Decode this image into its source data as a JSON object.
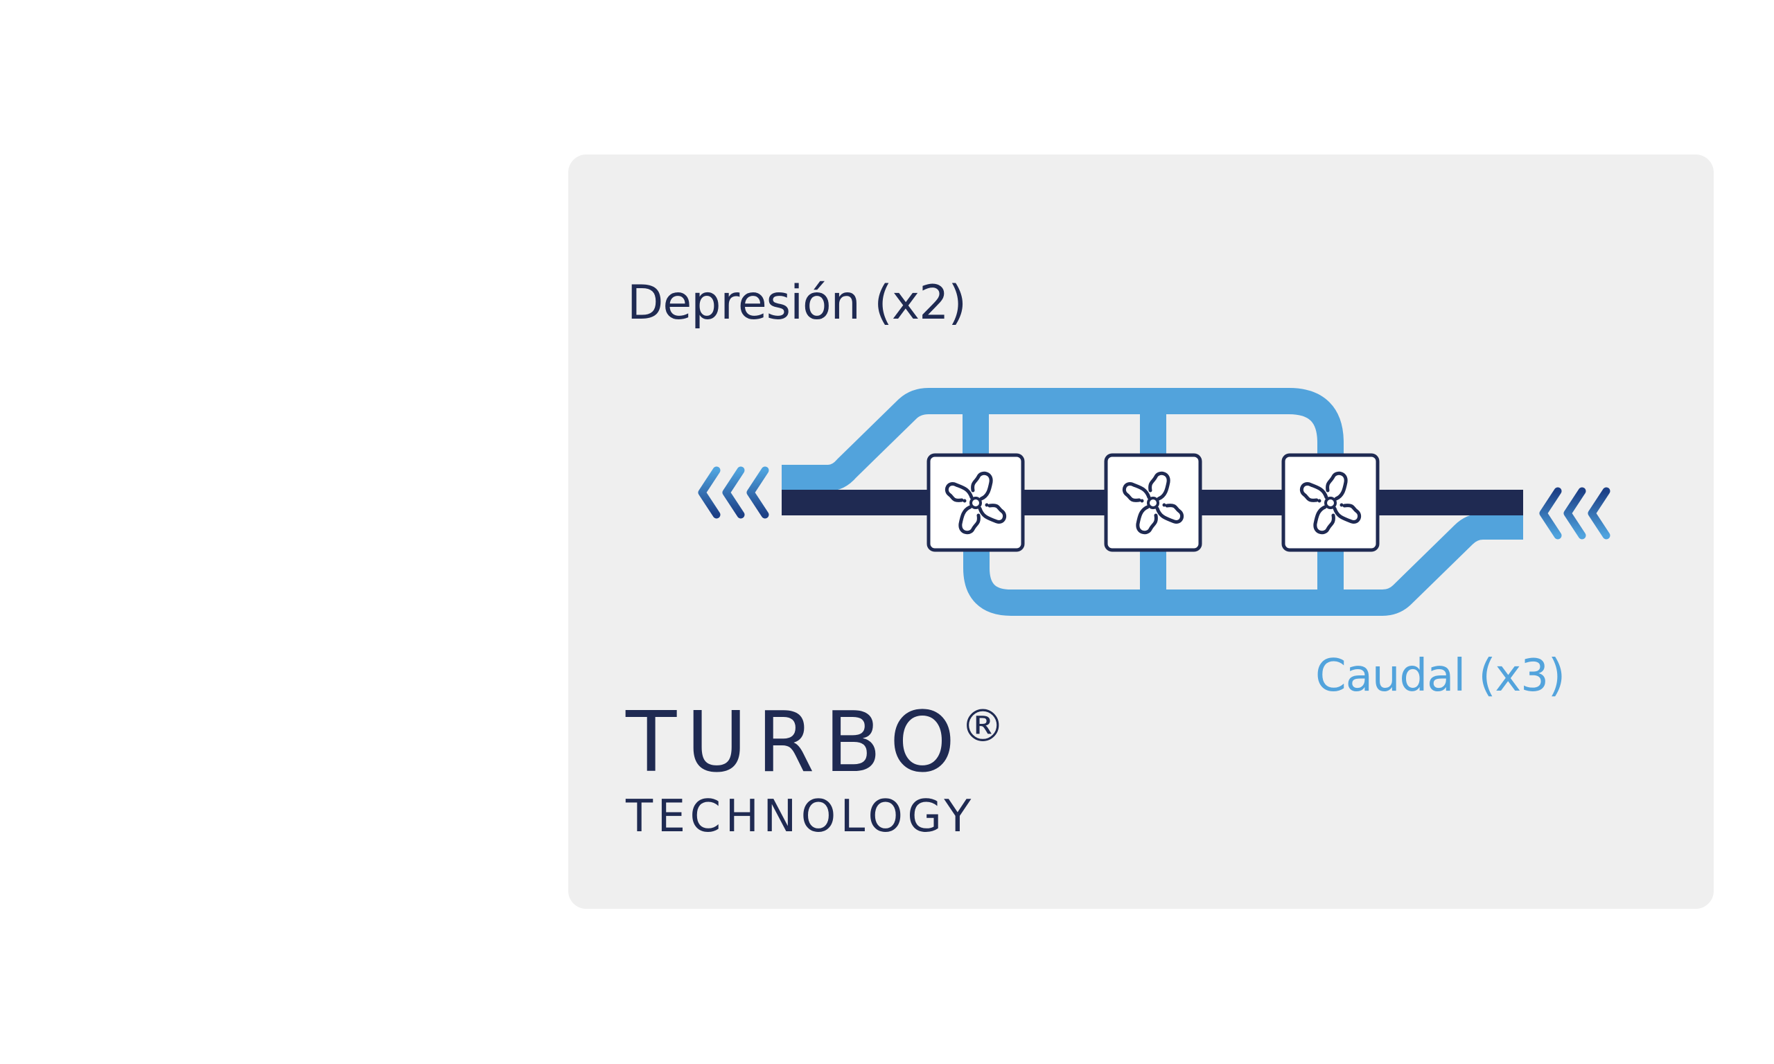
{
  "diagram": {
    "pressure_label": "Depresión (x2)",
    "flow_label": "Caudal (x3)",
    "brand": {
      "name": "TURBO",
      "registered_mark": "®",
      "subtitle": "TECHNOLOGY"
    },
    "fans": [
      {
        "id": "fan-1",
        "icon": "fan-icon"
      },
      {
        "id": "fan-2",
        "icon": "fan-icon"
      },
      {
        "id": "fan-3",
        "icon": "fan-icon"
      }
    ],
    "flow_arrows": {
      "left": {
        "icon": "chevrons-left-icon",
        "direction": "left"
      },
      "right": {
        "icon": "chevrons-left-icon",
        "direction": "left"
      }
    },
    "colors": {
      "card_background": "#efefef",
      "dark_navy": "#1f2a52",
      "light_blue": "#52a3dc",
      "arrow_blue_light": "#4fa0dc",
      "arrow_blue_dark": "#1c3f86"
    }
  }
}
